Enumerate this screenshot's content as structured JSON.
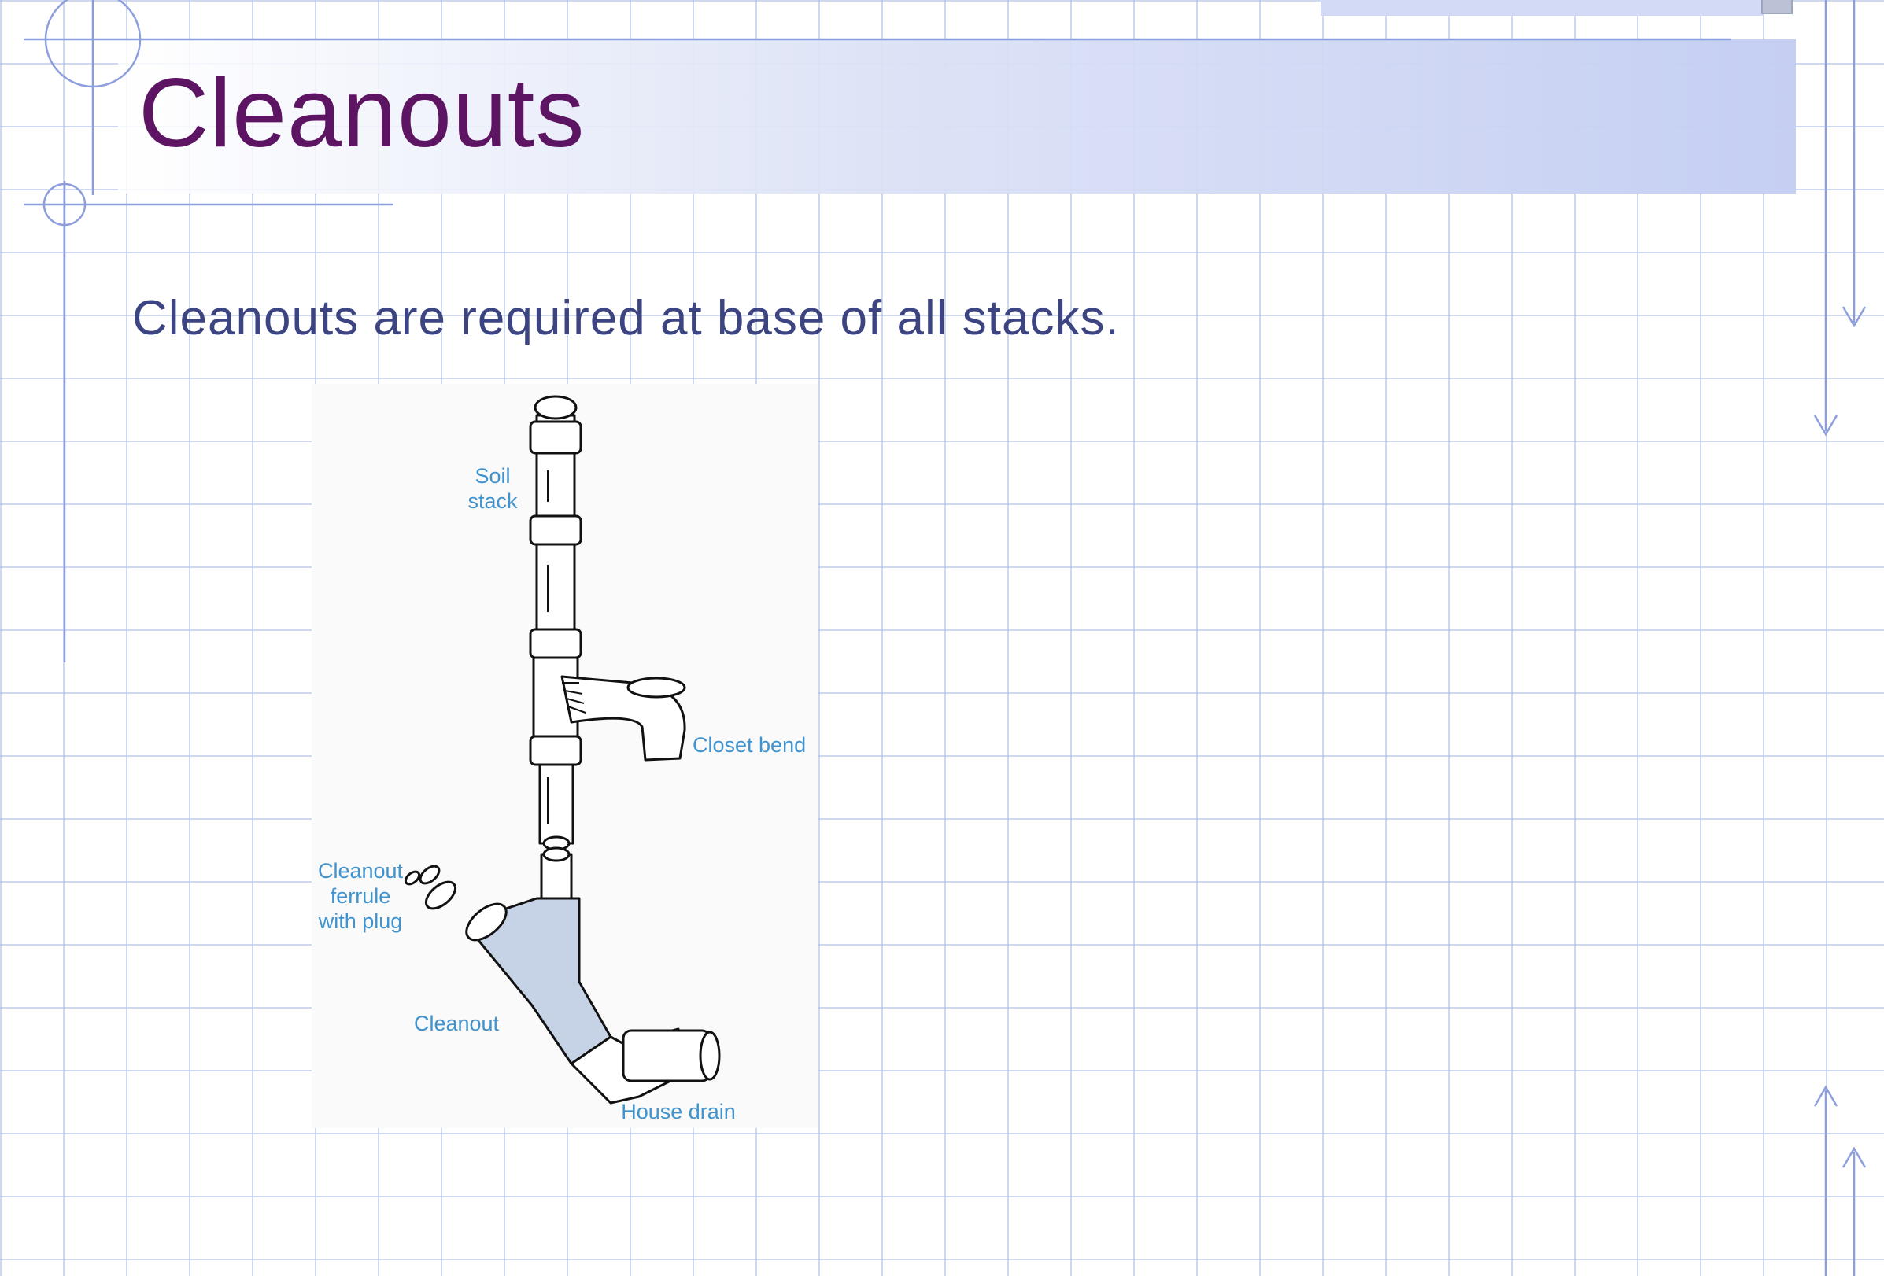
{
  "slide": {
    "title": "Cleanouts",
    "body": "Cleanouts are required at base of all stacks."
  },
  "figure": {
    "labels": {
      "soil_stack_line1": "Soil",
      "soil_stack_line2": "stack",
      "closet_bend": "Closet bend",
      "ferrule_line1": "Cleanout",
      "ferrule_line2": "ferrule",
      "ferrule_line3": "with plug",
      "cleanout": "Cleanout",
      "house_drain": "House drain"
    },
    "colors": {
      "label": "#3f93cf",
      "fitting_fill": "#c6d3e6",
      "pipe_stroke": "#111111"
    }
  },
  "theme": {
    "title_color": "#5c1463",
    "body_color": "#3c4482",
    "grid_color": "#aab9e1"
  }
}
